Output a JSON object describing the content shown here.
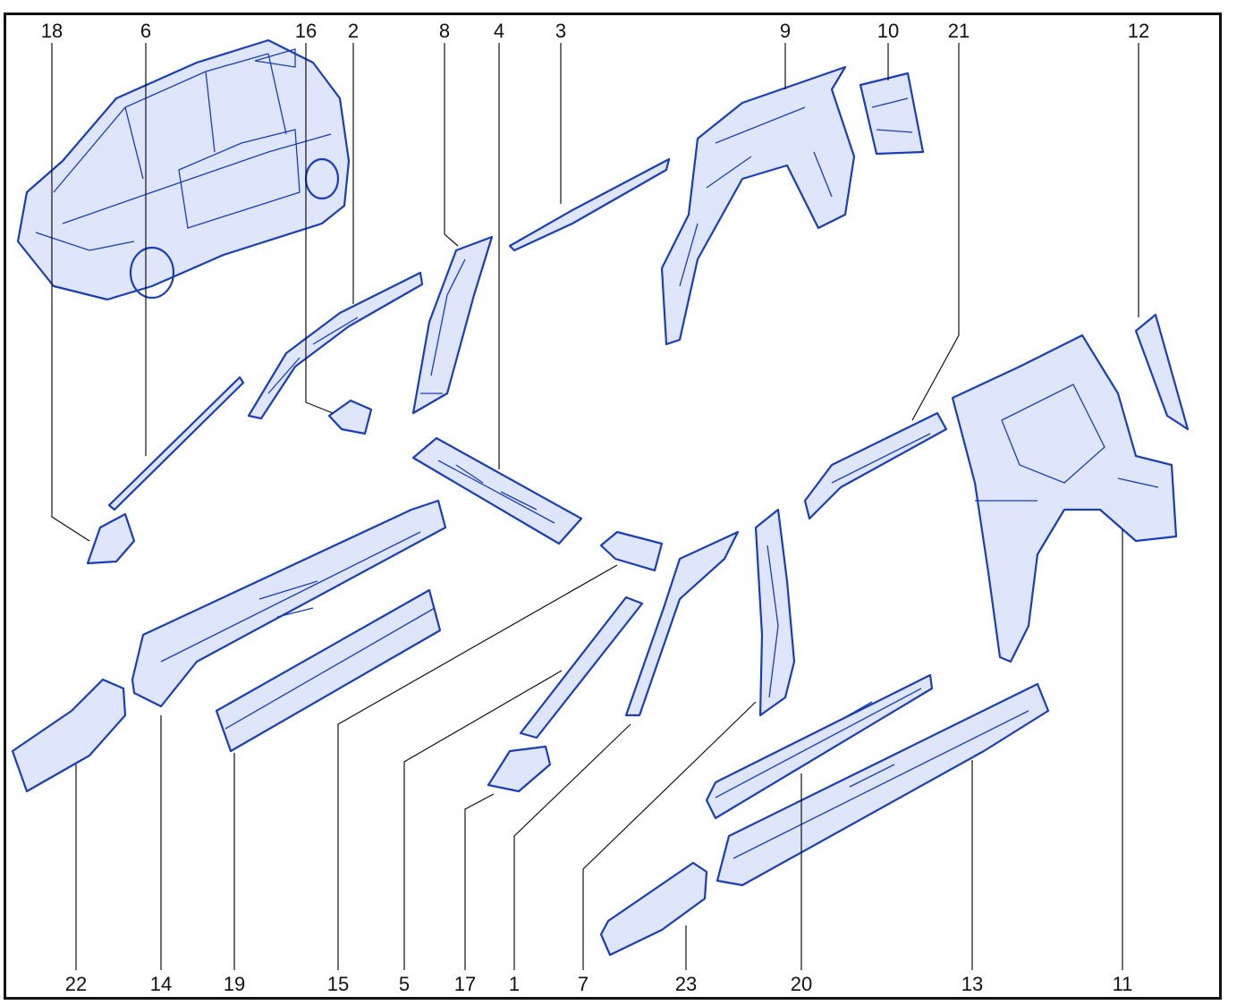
{
  "callouts": {
    "c18": "18",
    "c6": "6",
    "c16": "16",
    "c2": "2",
    "c8": "8",
    "c4": "4",
    "c3": "3",
    "c9": "9",
    "c10": "10",
    "c21": "21",
    "c12": "12",
    "c22": "22",
    "c14": "14",
    "c19": "19",
    "c15": "15",
    "c5": "5",
    "c17": "17",
    "c1": "1",
    "c7": "7",
    "c23": "23",
    "c20": "20",
    "c13": "13",
    "c11": "11"
  },
  "colors": {
    "line_art": "#1a3db8",
    "part_fill": "#dfe6fb",
    "frame": "#111111"
  },
  "icons": {
    "vehicle": "minivan-outline-icon"
  }
}
